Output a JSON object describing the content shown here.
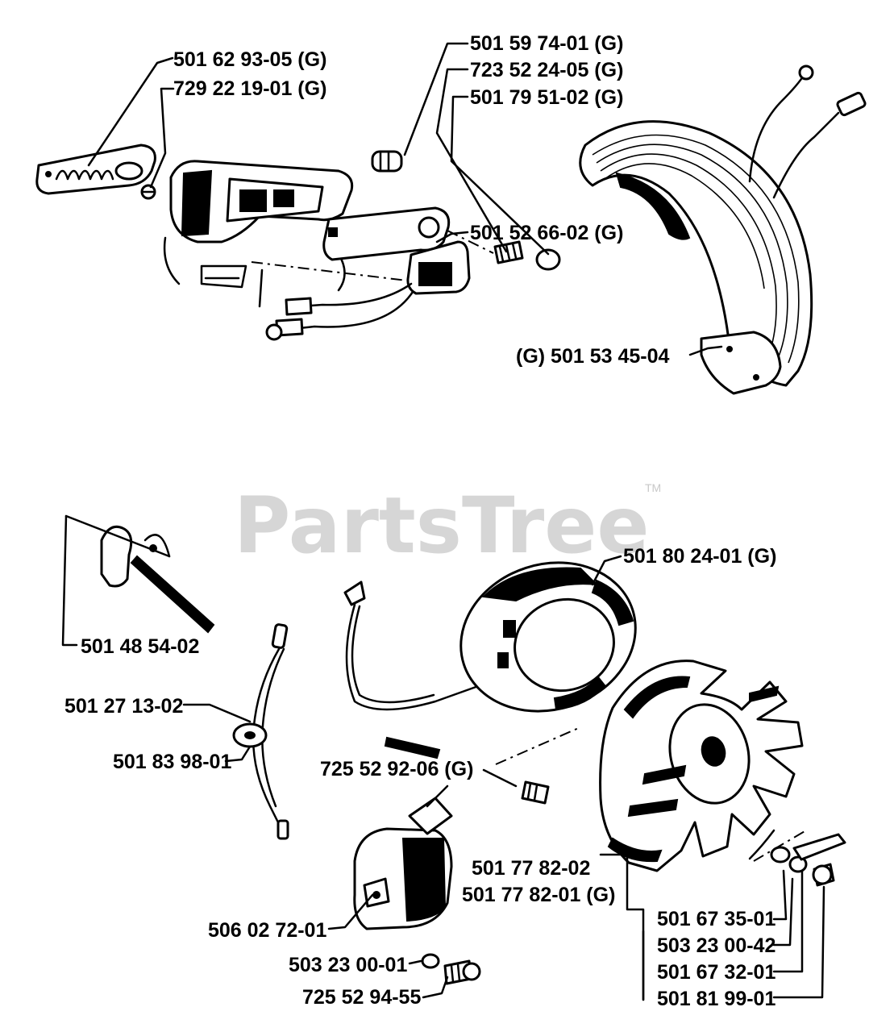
{
  "watermark": {
    "text": "PartsTree",
    "trademark": "TM"
  },
  "part_labels": [
    {
      "id": "p1",
      "text": "501 62 93-05 (G)"
    },
    {
      "id": "p2",
      "text": "729 22 19-01 (G)"
    },
    {
      "id": "p3",
      "text": "501 59 74-01 (G)"
    },
    {
      "id": "p4",
      "text": "723 52 24-05 (G)"
    },
    {
      "id": "p5",
      "text": "501 79 51-02 (G)"
    },
    {
      "id": "p6",
      "text": "501 52 66-02 (G)"
    },
    {
      "id": "p7",
      "text": "(G) 501 53 45-04"
    },
    {
      "id": "p8",
      "text": "501 80 24-01 (G)"
    },
    {
      "id": "p9",
      "text": "501 48 54-02"
    },
    {
      "id": "p10",
      "text": "501 27 13-02"
    },
    {
      "id": "p11",
      "text": "501 83 98-01"
    },
    {
      "id": "p12",
      "text": "725 52 92-06 (G)"
    },
    {
      "id": "p13",
      "text": "501 77 82-02"
    },
    {
      "id": "p14",
      "text": "501 77 82-01 (G)"
    },
    {
      "id": "p15",
      "text": "506 02 72-01"
    },
    {
      "id": "p16",
      "text": "503 23 00-01"
    },
    {
      "id": "p17",
      "text": "725 52 94-55"
    },
    {
      "id": "p18",
      "text": "501 67 35-01"
    },
    {
      "id": "p19",
      "text": "503 23 00-42"
    },
    {
      "id": "p20",
      "text": "501 67 32-01"
    },
    {
      "id": "p21",
      "text": "501 81 99-01"
    }
  ]
}
